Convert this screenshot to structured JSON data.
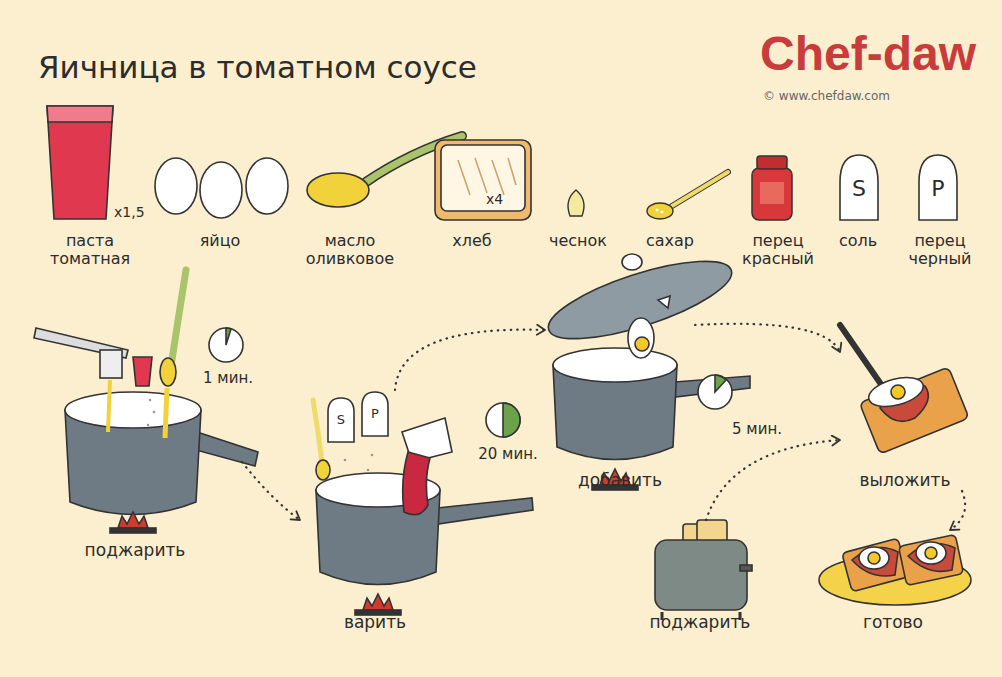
{
  "diagram": {
    "title": "Яичница в томатном соусе",
    "nodes": [
      {
        "text": [
          "поджарить"
        ]
      },
      {
        "text": [
          "варить"
        ]
      },
      {
        "text": [
          "добавить"
        ]
      },
      {
        "text": [
          "выложить"
        ]
      },
      {
        "text": [
          "поджарить"
        ]
      },
      {
        "text": [
          "готово"
        ]
      }
    ],
    "edges": [
      {
        "from": 0,
        "to": 1,
        "arrow": "to"
      },
      {
        "from": 1,
        "to": 2,
        "arrow": "to"
      },
      {
        "from": 2,
        "to": 3,
        "arrow": "to"
      },
      {
        "from": 4,
        "to": 3,
        "arrow": "to"
      },
      {
        "from": 3,
        "to": 5,
        "arrow": "to"
      }
    ],
    "labels": [
      "Chef-daw",
      "© www.chefdaw.com",
      "x1,5",
      "паста томатная",
      "яйцо",
      "масло оливковое",
      "x4",
      "хлеб",
      "чеснок",
      "сахар",
      "перец красный",
      "S",
      "соль",
      "P",
      "перец черный",
      "1 мин.",
      "S",
      "P",
      "20 мин.",
      "5 мин."
    ]
  }
}
